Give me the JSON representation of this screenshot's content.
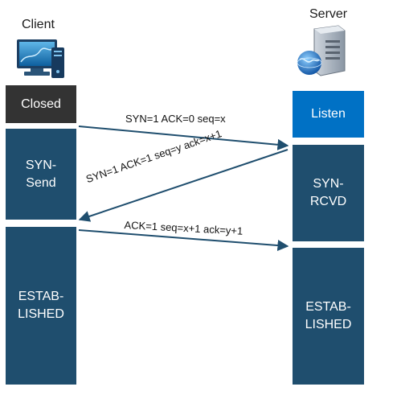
{
  "client": {
    "label": "Client",
    "icon": "monitor-icon"
  },
  "server": {
    "label": "Server",
    "icon": "server-globe-icon"
  },
  "client_states": [
    "Closed",
    "SYN-\nSend",
    "ESTAB-\nLISHED"
  ],
  "server_states": [
    "Listen",
    "SYN-\nRCVD",
    "ESTAB-\nLISHED"
  ],
  "messages": [
    "SYN=1  ACK=0  seq=x",
    "SYN=1  ACK=1  seq=y  ack=x+1",
    "ACK=1  seq=x+1  ack=y+1"
  ],
  "colors": {
    "state_box": "#1f4e6e",
    "closed": "#333333",
    "listen": "#0071c5",
    "arrow": "#1f4e6e"
  }
}
